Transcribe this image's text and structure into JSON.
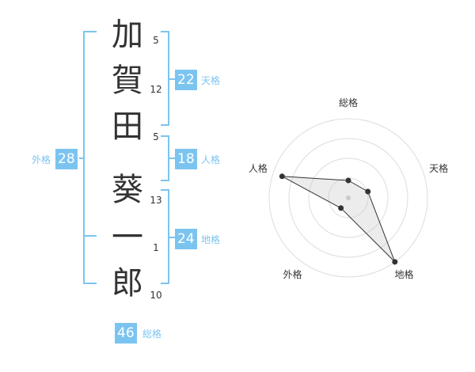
{
  "name_chars": [
    {
      "char": "加",
      "strokes": "5"
    },
    {
      "char": "賀",
      "strokes": "12"
    },
    {
      "char": "田",
      "strokes": "5"
    },
    {
      "char": "葵",
      "strokes": "13"
    },
    {
      "char": "一",
      "strokes": "1"
    },
    {
      "char": "郎",
      "strokes": "10"
    }
  ],
  "groups": {
    "tenkaku": {
      "label": "天格",
      "value": "22"
    },
    "jinkaku": {
      "label": "人格",
      "value": "18"
    },
    "chikaku": {
      "label": "地格",
      "value": "24"
    },
    "gaikaku": {
      "label": "外格",
      "value": "28"
    },
    "soukaku": {
      "label": "総格",
      "value": "46"
    }
  },
  "colors": {
    "accent": "#7cc4f0",
    "text": "#333333",
    "grid": "#dddddd"
  },
  "chart_data": {
    "type": "radar",
    "axes": [
      "総格",
      "天格",
      "地格",
      "外格",
      "人格"
    ],
    "values": [
      46,
      22,
      24,
      28,
      18
    ],
    "relative_scale": [
      0.22,
      0.26,
      1.0,
      0.16,
      0.88
    ],
    "rings": 4
  }
}
